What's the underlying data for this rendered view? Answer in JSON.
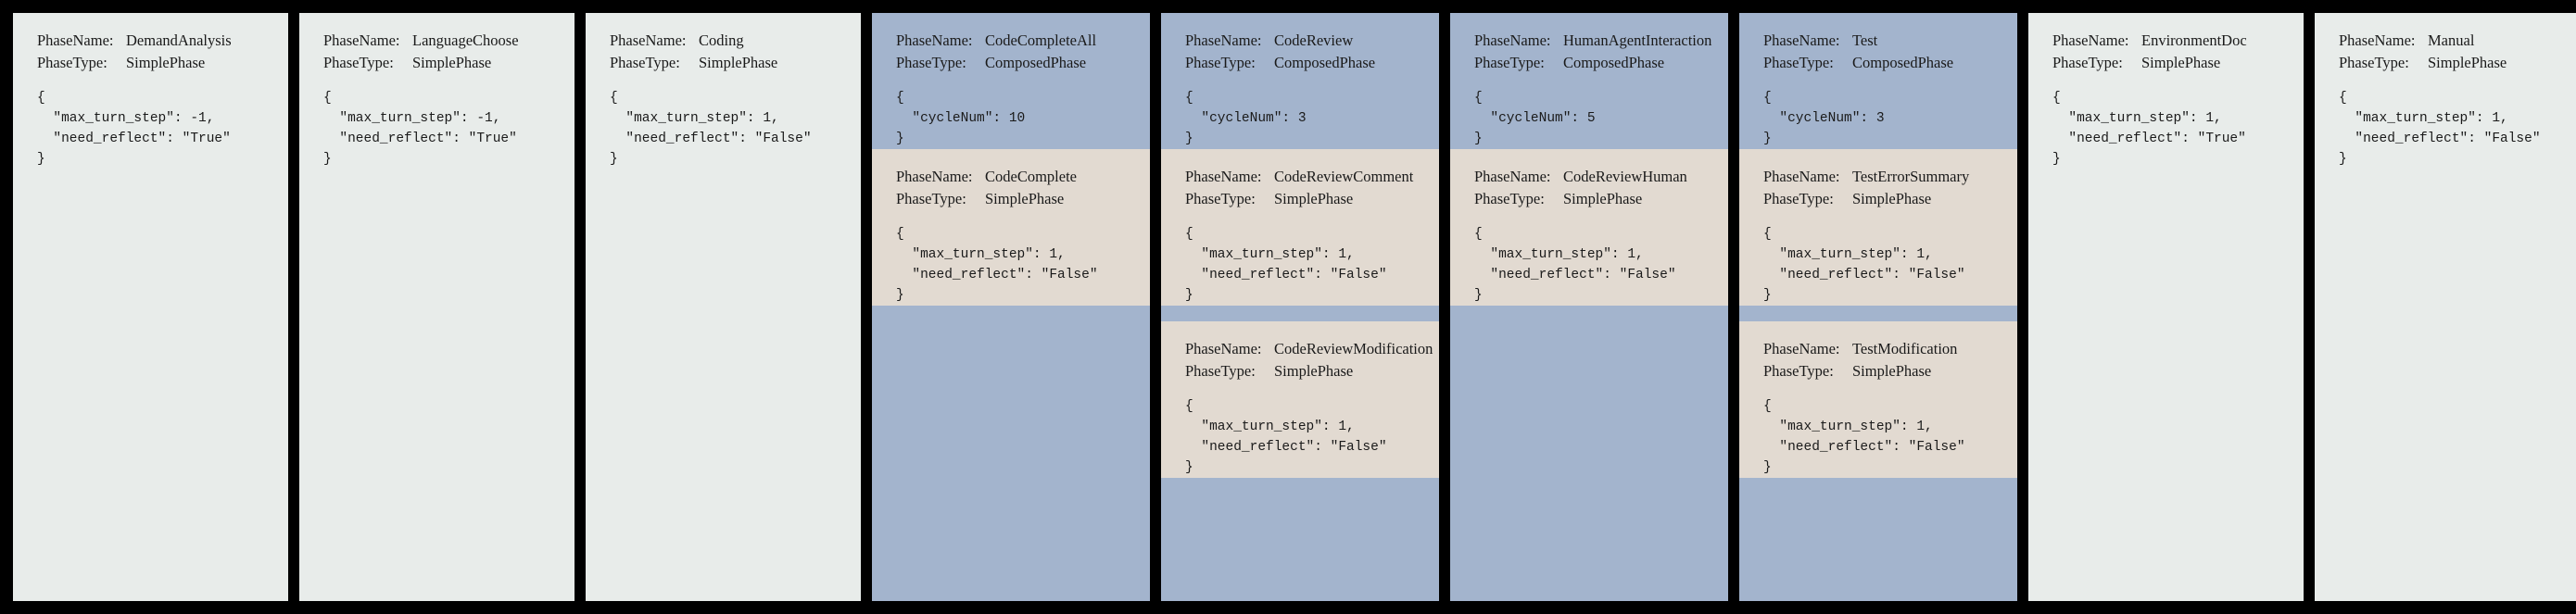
{
  "theme": {
    "background": "#000000",
    "simple_phase_bg": "#e8ecea",
    "composed_phase_bg": "#a3b4cd",
    "sub_phase_bg": "#e2dad1",
    "text_color": "#1a1a1a"
  },
  "labels": {
    "phase_name_key": "PhaseName:",
    "phase_type_key": "PhaseType:",
    "brace_open": "{",
    "brace_close": "}"
  },
  "panels": [
    {
      "id": "demand-analysis",
      "kind": "simple",
      "blocks": [
        {
          "style": "grey",
          "phase_name": "DemandAnalysis",
          "phase_type": "SimplePhase",
          "config_lines": [
            "\"max_turn_step\": -1,",
            "\"need_reflect\": \"True\""
          ]
        }
      ],
      "filler": "grey"
    },
    {
      "id": "language-choose",
      "kind": "simple",
      "blocks": [
        {
          "style": "grey",
          "phase_name": "LanguageChoose",
          "phase_type": "SimplePhase",
          "config_lines": [
            "\"max_turn_step\": -1,",
            "\"need_reflect\": \"True\""
          ]
        }
      ],
      "filler": "grey"
    },
    {
      "id": "coding",
      "kind": "simple",
      "blocks": [
        {
          "style": "grey",
          "phase_name": "Coding",
          "phase_type": "SimplePhase",
          "config_lines": [
            "\"max_turn_step\": 1,",
            "\"need_reflect\": \"False\""
          ]
        }
      ],
      "filler": "grey"
    },
    {
      "id": "code-complete-all",
      "kind": "composed",
      "blocks": [
        {
          "style": "blue",
          "phase_name": "CodeCompleteAll",
          "phase_type": "ComposedPhase",
          "config_lines": [
            "\"cycleNum\": 10"
          ],
          "height": 118
        },
        {
          "style": "beige",
          "phase_name": "CodeComplete",
          "phase_type": "SimplePhase",
          "config_lines": [
            "\"max_turn_step\": 1,",
            "\"need_reflect\": \"False\""
          ],
          "height": 110
        }
      ],
      "filler": "blue"
    },
    {
      "id": "code-review",
      "kind": "composed",
      "blocks": [
        {
          "style": "blue",
          "phase_name": "CodeReview",
          "phase_type": "ComposedPhase",
          "config_lines": [
            "\"cycleNum\": 3"
          ],
          "height": 118
        },
        {
          "style": "beige",
          "phase_name": "CodeReviewComment",
          "phase_type": "SimplePhase",
          "config_lines": [
            "\"max_turn_step\": 1,",
            "\"need_reflect\": \"False\""
          ],
          "height": 110
        },
        {
          "style": "strip-blue",
          "height": 17
        },
        {
          "style": "beige",
          "phase_name": "CodeReviewModification",
          "phase_type": "SimplePhase",
          "config_lines": [
            "\"max_turn_step\": 1,",
            "\"need_reflect\": \"False\""
          ],
          "height": 110
        }
      ],
      "filler": "blue"
    },
    {
      "id": "human-agent-interaction",
      "kind": "composed",
      "blocks": [
        {
          "style": "blue",
          "phase_name": "HumanAgentInteraction",
          "phase_type": "ComposedPhase",
          "config_lines": [
            "\"cycleNum\": 5"
          ],
          "height": 118
        },
        {
          "style": "beige",
          "phase_name": "CodeReviewHuman",
          "phase_type": "SimplePhase",
          "config_lines": [
            "\"max_turn_step\": 1,",
            "\"need_reflect\": \"False\""
          ],
          "height": 110
        }
      ],
      "filler": "blue"
    },
    {
      "id": "test",
      "kind": "composed",
      "blocks": [
        {
          "style": "blue",
          "phase_name": "Test",
          "phase_type": "ComposedPhase",
          "config_lines": [
            "\"cycleNum\": 3"
          ],
          "height": 118
        },
        {
          "style": "beige",
          "phase_name": "TestErrorSummary",
          "phase_type": "SimplePhase",
          "config_lines": [
            "\"max_turn_step\": 1,",
            "\"need_reflect\": \"False\""
          ],
          "height": 110
        },
        {
          "style": "strip-blue",
          "height": 17
        },
        {
          "style": "beige",
          "phase_name": "TestModification",
          "phase_type": "SimplePhase",
          "config_lines": [
            "\"max_turn_step\": 1,",
            "\"need_reflect\": \"False\""
          ],
          "height": 110
        }
      ],
      "filler": "blue"
    },
    {
      "id": "environment-doc",
      "kind": "simple",
      "blocks": [
        {
          "style": "grey",
          "phase_name": "EnvironmentDoc",
          "phase_type": "SimplePhase",
          "config_lines": [
            "\"max_turn_step\": 1,",
            "\"need_reflect\": \"True\""
          ]
        }
      ],
      "filler": "grey"
    },
    {
      "id": "manual",
      "kind": "simple",
      "blocks": [
        {
          "style": "grey",
          "phase_name": "Manual",
          "phase_type": "SimplePhase",
          "config_lines": [
            "\"max_turn_step\": 1,",
            "\"need_reflect\": \"False\""
          ]
        }
      ],
      "filler": "grey"
    }
  ]
}
